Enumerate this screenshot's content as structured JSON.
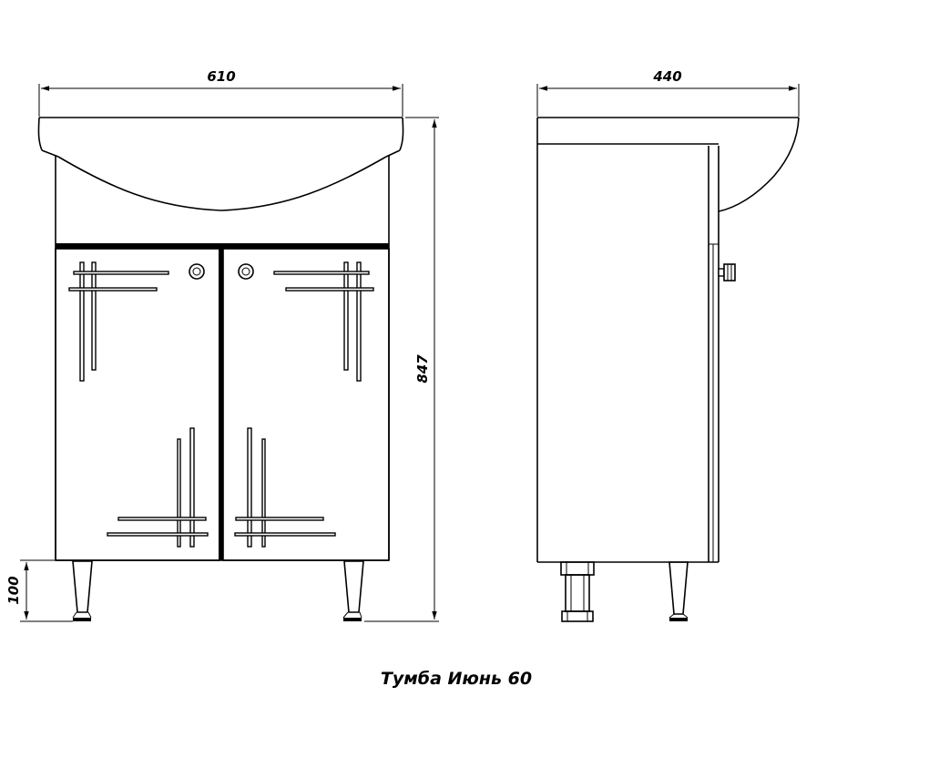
{
  "dimensions": {
    "width": "610",
    "depth": "440",
    "height": "847",
    "leg_height": "100"
  },
  "caption": "Тумба Июнь 60"
}
